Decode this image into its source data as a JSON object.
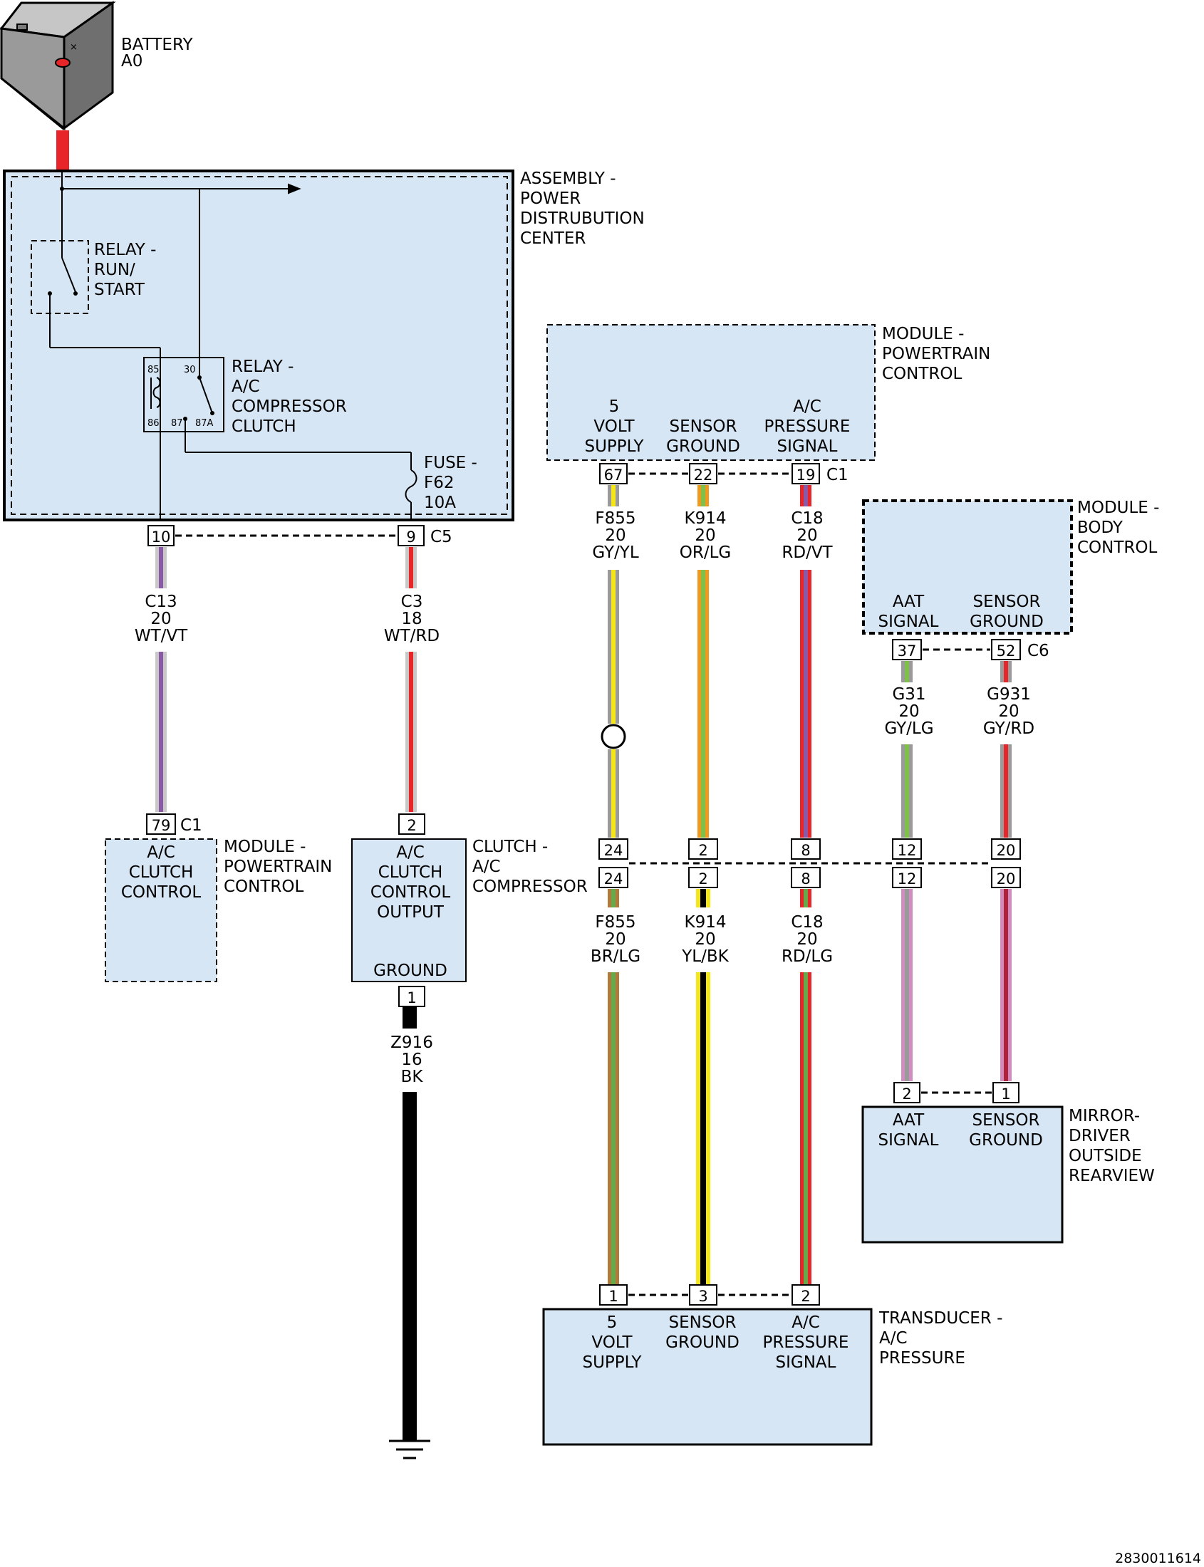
{
  "battery": {
    "label_1": "BATTERY",
    "label_2": "A0",
    "icon": "battery-icon"
  },
  "pdc": {
    "label": [
      "ASSEMBLY -",
      "POWER",
      "DISTRUBUTION",
      "CENTER"
    ],
    "relay_run_start": [
      "RELAY -",
      "RUN/",
      "START"
    ],
    "relay_ac": [
      "RELAY -",
      "A/C",
      "COMPRESSOR",
      "CLUTCH"
    ],
    "relay_pins": [
      "85",
      "30",
      "86",
      "87",
      "87A"
    ],
    "fuse": [
      "FUSE -",
      "F62",
      "10A"
    ],
    "connector": "C5",
    "pins": [
      "10",
      "9"
    ]
  },
  "pcm_top": {
    "label": [
      "MODULE -",
      "POWERTRAIN",
      "CONTROL"
    ],
    "cols": [
      [
        "5",
        "VOLT",
        "SUPPLY"
      ],
      [
        "SENSOR",
        "GROUND"
      ],
      [
        "A/C",
        "PRESSURE",
        "SIGNAL"
      ]
    ],
    "connector": "C1",
    "pins": [
      "67",
      "22",
      "19"
    ]
  },
  "bcm": {
    "label": [
      "MODULE -",
      "BODY",
      "CONTROL"
    ],
    "cols": [
      [
        "AAT",
        "SIGNAL"
      ],
      [
        "SENSOR",
        "GROUND"
      ]
    ],
    "connector": "C6",
    "pins": [
      "37",
      "52"
    ]
  },
  "wires": {
    "c13": [
      "C13",
      "20",
      "WT/VT"
    ],
    "c3": [
      "C3",
      "18",
      "WT/RD"
    ],
    "f855_top": [
      "F855",
      "20",
      "GY/YL"
    ],
    "k914_top": [
      "K914",
      "20",
      "OR/LG"
    ],
    "c18_top": [
      "C18",
      "20",
      "RD/VT"
    ],
    "g31": [
      "G31",
      "20",
      "GY/LG"
    ],
    "g931": [
      "G931",
      "20",
      "GY/RD"
    ],
    "f855_bot": [
      "F855",
      "20",
      "BR/LG"
    ],
    "k914_bot": [
      "K914",
      "20",
      "YL/BK"
    ],
    "c18_bot": [
      "C18",
      "20",
      "RD/LG"
    ],
    "z916": [
      "Z916",
      "16",
      "BK"
    ]
  },
  "pcm_bottom": {
    "label": [
      "MODULE -",
      "POWERTRAIN",
      "CONTROL"
    ],
    "body": [
      "A/C",
      "CLUTCH",
      "CONTROL"
    ],
    "pin": "79",
    "connector": "C1"
  },
  "clutch": {
    "label": [
      "CLUTCH -",
      "A/C",
      "COMPRESSOR"
    ],
    "body": [
      "A/C",
      "CLUTCH",
      "CONTROL",
      "OUTPUT"
    ],
    "ground": "GROUND",
    "pin_top": "2",
    "pin_bottom": "1"
  },
  "inline_pins": {
    "top": [
      "24",
      "2",
      "8",
      "12",
      "20"
    ],
    "bottom": [
      "24",
      "2",
      "8",
      "12",
      "20"
    ]
  },
  "mirror": {
    "label": [
      "MIRROR-",
      "DRIVER",
      "OUTSIDE",
      "REARVIEW"
    ],
    "cols": [
      [
        "AAT",
        "SIGNAL"
      ],
      [
        "SENSOR",
        "GROUND"
      ]
    ],
    "pins": [
      "2",
      "1"
    ]
  },
  "transducer": {
    "label": [
      "TRANSDUCER -",
      "A/C",
      "PRESSURE"
    ],
    "cols": [
      [
        "5",
        "VOLT",
        "SUPPLY"
      ],
      [
        "SENSOR",
        "GROUND"
      ],
      [
        "A/C",
        "PRESSURE",
        "SIGNAL"
      ]
    ],
    "pins": [
      "1",
      "3",
      "2"
    ]
  },
  "doc_id": "2830011614",
  "colors": {
    "box": "#d6e6f5",
    "red": "#e8262a",
    "gray": "#9a9a9a",
    "light_gray": "#c8c8c8",
    "violet": "#8b5aa6",
    "yellow": "#f5e61a",
    "orange": "#ee9a1e",
    "green": "#67a84a",
    "lime": "#7fbf4a",
    "black": "#000000",
    "brown": "#b07a3a",
    "pink": "#d08ec0",
    "dark_red": "#b0243a",
    "magenta": "#c0307a"
  }
}
